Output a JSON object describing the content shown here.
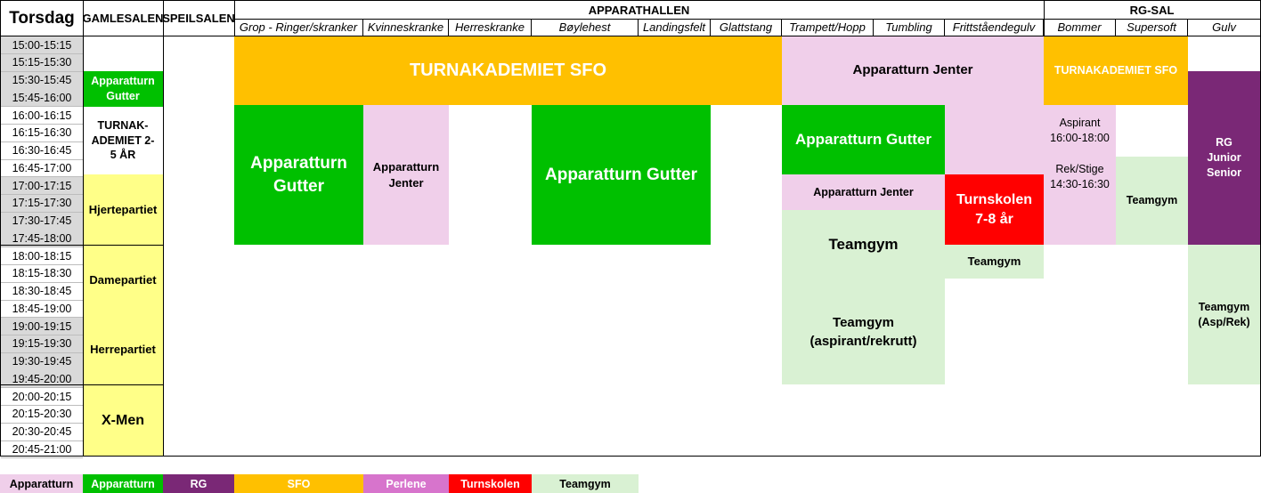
{
  "header": {
    "day": "Torsdag",
    "gamlesalen": "GAMLESALEN",
    "speilsalen": "SPEILSALEN",
    "apparathallen": "APPARATHALLEN",
    "rgsal": "RG-SAL"
  },
  "subheaders": [
    "Grop - Ringer/skranker",
    "Kvinneskranke",
    "Herreskranke",
    "Bøylehest",
    "Landingsfelt",
    "Glattstang",
    "Trampett/Hopp",
    "Tumbling",
    "Frittståendegulv",
    "Bommer",
    "Supersoft",
    "Gulv"
  ],
  "times": [
    "15:00-15:15",
    "15:15-15:30",
    "15:30-15:45",
    "15:45-16:00",
    "16:00-16:15",
    "16:15-16:30",
    "16:30-16:45",
    "16:45-17:00",
    "17:00-17:15",
    "17:15-17:30",
    "17:30-17:45",
    "17:45-18:00",
    "18:00-18:15",
    "18:15-18:30",
    "18:30-18:45",
    "18:45-19:00",
    "19:00-19:15",
    "19:15-19:30",
    "19:30-19:45",
    "19:45-20:00",
    "20:00-20:15",
    "20:15-20:30",
    "20:30-20:45",
    "20:45-21:00"
  ],
  "sessions": {
    "g_app_gutter": "Apparatturn Gutter",
    "g_turnakademiet": "TURNAK-ADEMIET 2-5 ÅR",
    "g_hjertepartiet": "Hjertepartiet",
    "g_damepartiet": "Damepartiet",
    "g_herrepartiet": "Herrepartiet",
    "g_xmen": "X-Men",
    "sfo_main": "TURNAKADEMIET SFO",
    "jenter_top": "Apparatturn Jenter",
    "sfo_rg": "TURNAKADEMIET SFO",
    "gutter_grop": "Apparatturn Gutter",
    "jenter_kvinne": "Apparatturn Jenter",
    "gutter_boyle": "Apparatturn Gutter",
    "gutter_trampett": "Apparatturn Gutter",
    "jenter_trampett": "Apparatturn Jenter",
    "teamgym_trampett": "Teamgym",
    "turnskolen": "Turnskolen 7-8 år",
    "teamgym_fritt": "Teamgym",
    "teamgym_asprek": "Teamgym (aspirant/rekrutt)",
    "aspirant": "Aspirant 16:00-18:00",
    "rekstige": "Rek/Stige 14:30-16:30",
    "teamgym_supersoft": "Teamgym",
    "rg_junior": "RG Junior Senior",
    "teamgym_gulv": "Teamgym (Asp/Rek)"
  },
  "legend": [
    "Apparatturn",
    "Apparatturn",
    "RG",
    "SFO",
    "Perlene",
    "Turnskolen",
    "Teamgym"
  ],
  "colors": {
    "green": "#00C000",
    "pink": "#F0CFEA",
    "orange": "#FFC000",
    "purple": "#7A2876",
    "yellow": "#FFFF88",
    "red": "#FF0000",
    "lightgreen": "#D9F1D3",
    "magenta": "#D774CC",
    "timegrey": "#D9D9D9"
  }
}
